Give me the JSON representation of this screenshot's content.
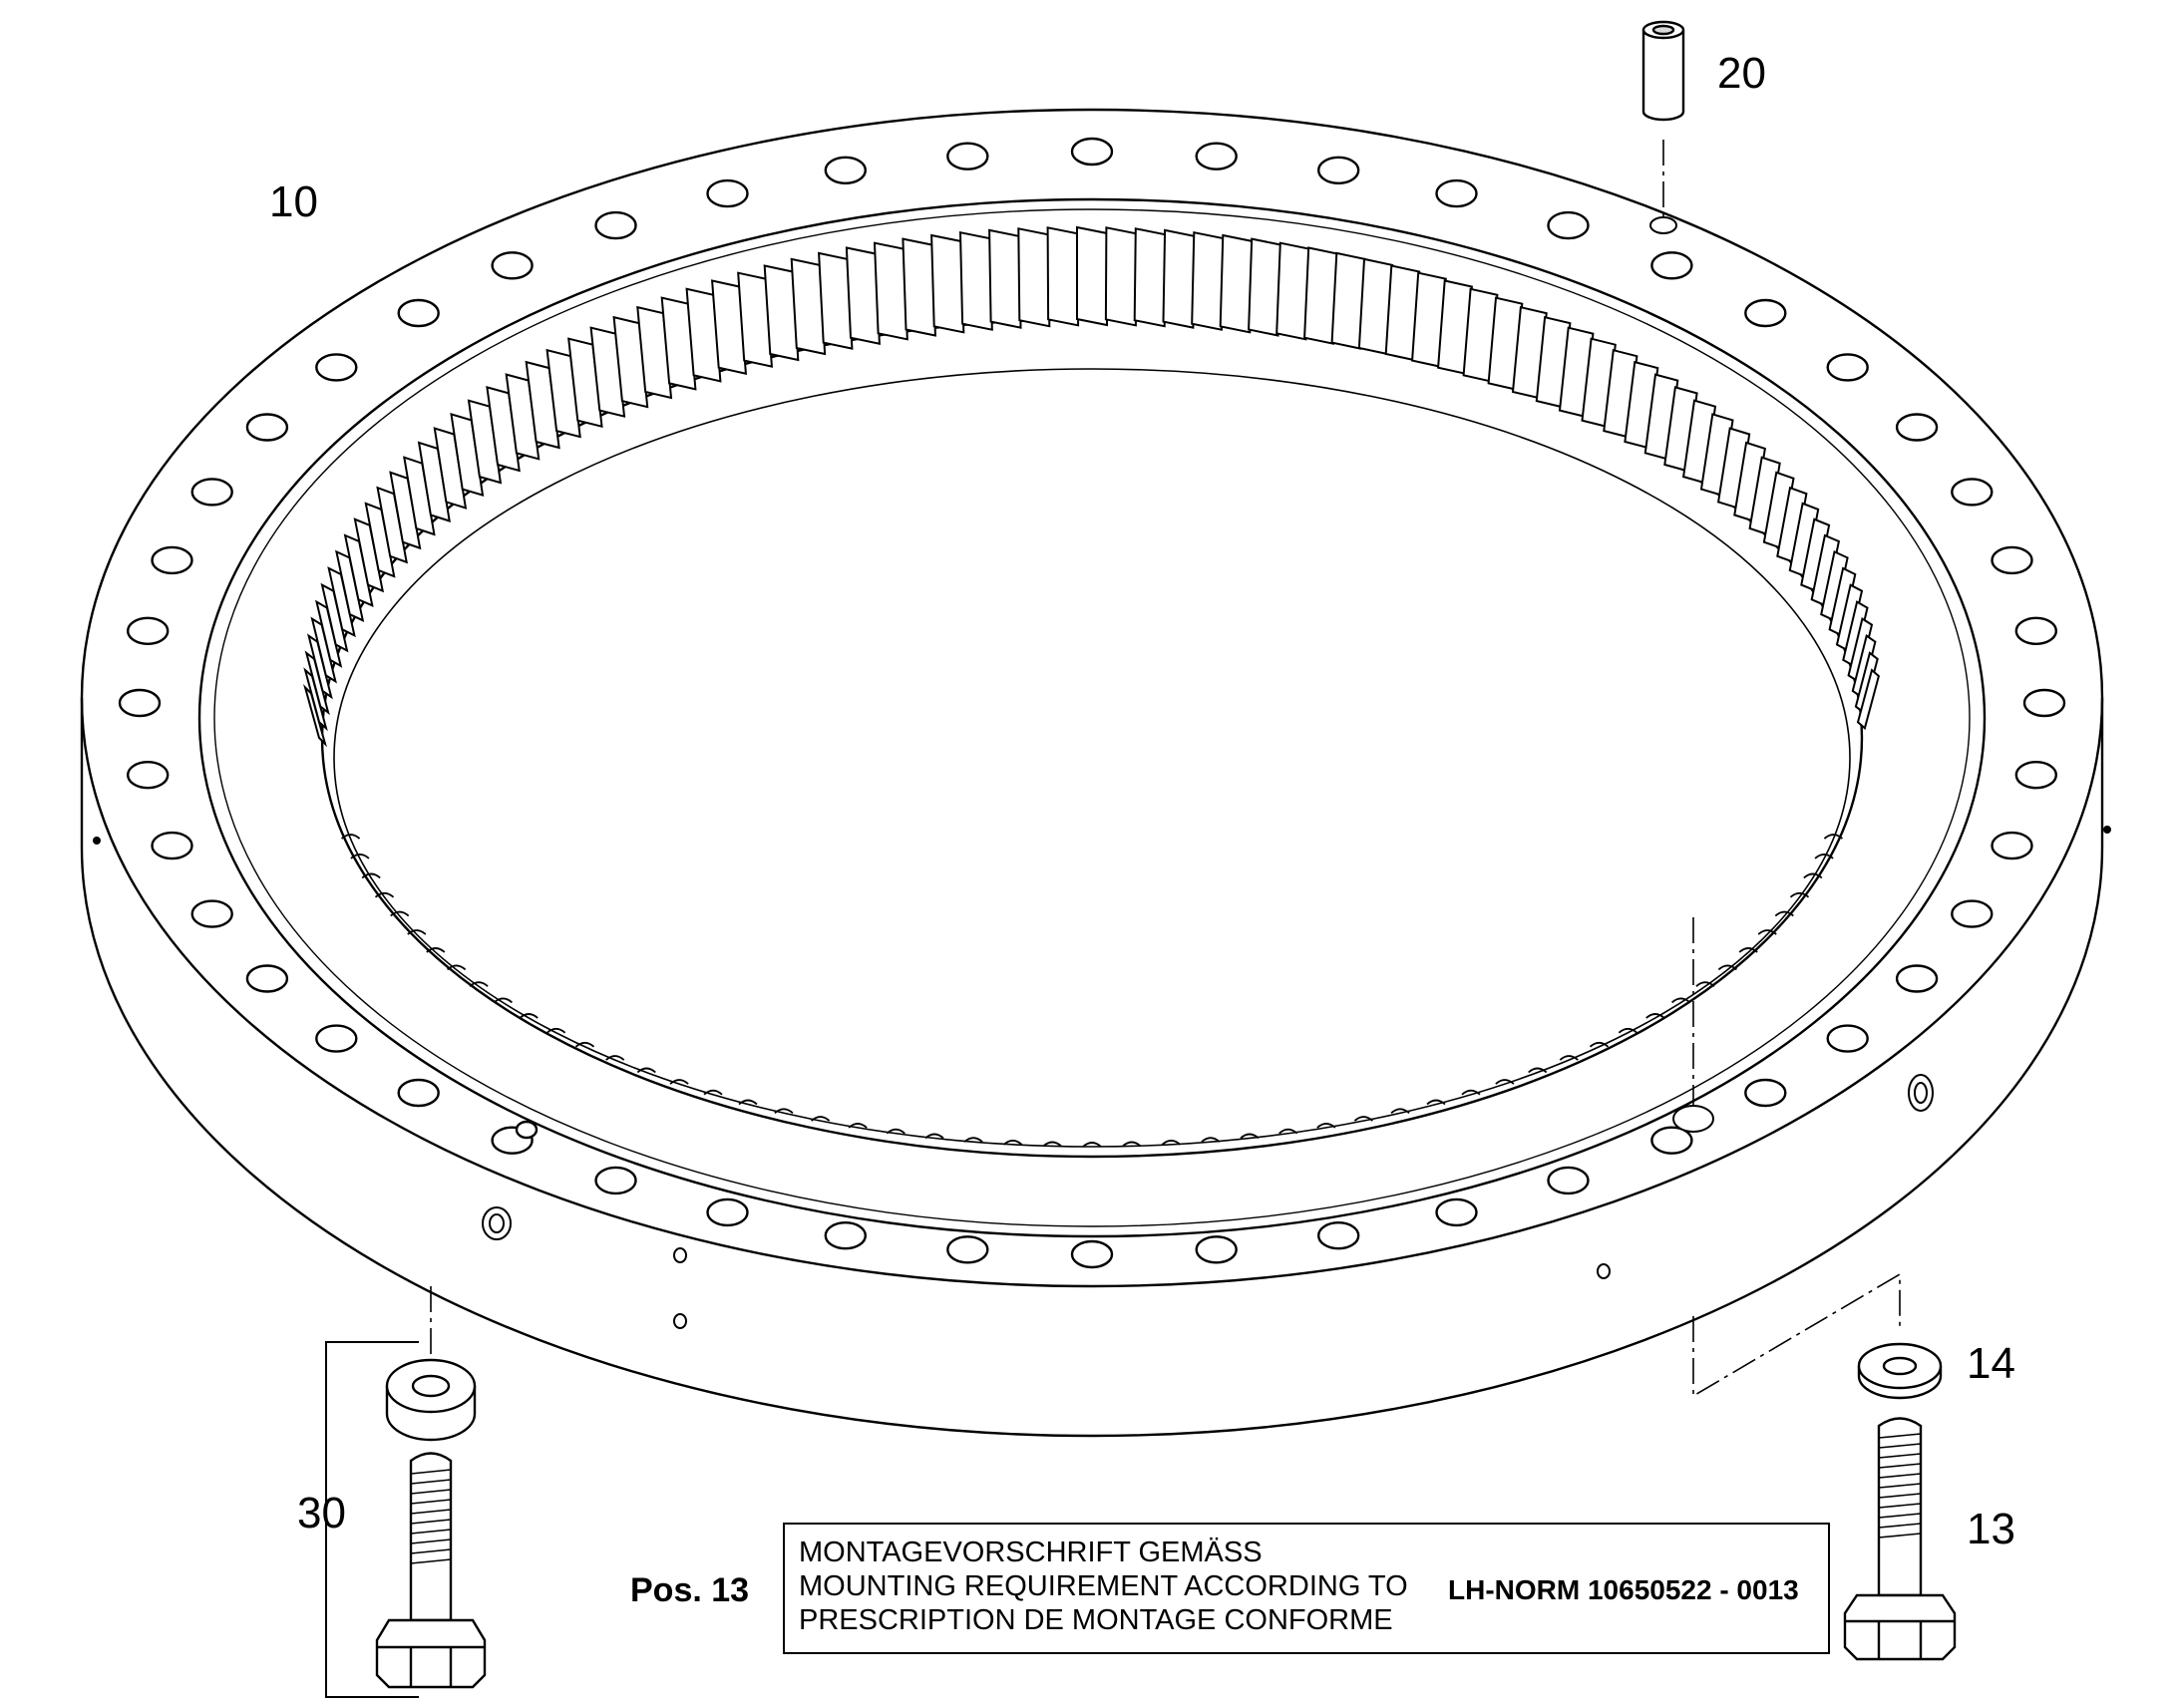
{
  "callouts": [
    {
      "id": "ring",
      "text": "10"
    },
    {
      "id": "sleeve",
      "text": "20"
    },
    {
      "id": "washer",
      "text": "14"
    },
    {
      "id": "bolt",
      "text": "13"
    },
    {
      "id": "bolt-assembly",
      "text": "30"
    }
  ],
  "note": {
    "pos_label": "Pos. 13",
    "lines": [
      "MONTAGEVORSCHRIFT GEMÄSS",
      "MOUNTING REQUIREMENT ACCORDING TO",
      "PRESCRIPTION DE MONTAGE CONFORME"
    ],
    "norm": "LH-NORM 10650522 - 0013"
  }
}
